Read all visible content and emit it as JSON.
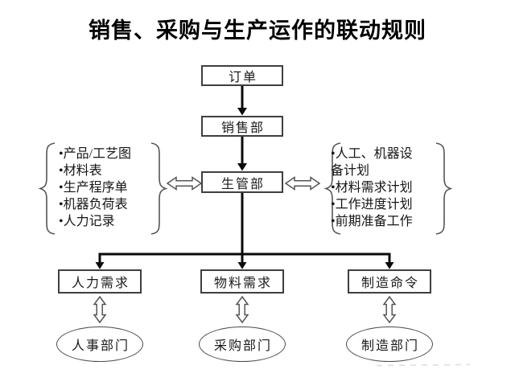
{
  "title": "销售、采购与生产运作的联动规则",
  "colors": {
    "background": "#ffffff",
    "solid_arrow": "#000000",
    "box_border": "#3f3f3f",
    "outline_arrow": "#555555",
    "text": "#141414"
  },
  "flow_nodes": {
    "order": "订单",
    "sales": "销售部",
    "production_control": "生管部"
  },
  "left_group": {
    "items": [
      "•产品/工艺图",
      "•材料表",
      "•生产程序单",
      "•机器负荷表",
      "•人力记录"
    ]
  },
  "right_group": {
    "items": [
      "•人工、机器设备计划",
      "•材料需求计划",
      "•工作进度计划",
      "•前期准备工作"
    ]
  },
  "requirement_nodes": {
    "manpower": "人力需求",
    "material": "物料需求",
    "manufacturing": "制造命令"
  },
  "department_nodes": {
    "personnel": "人事部门",
    "purchasing": "采购部门",
    "manufacturing": "制造部门"
  }
}
